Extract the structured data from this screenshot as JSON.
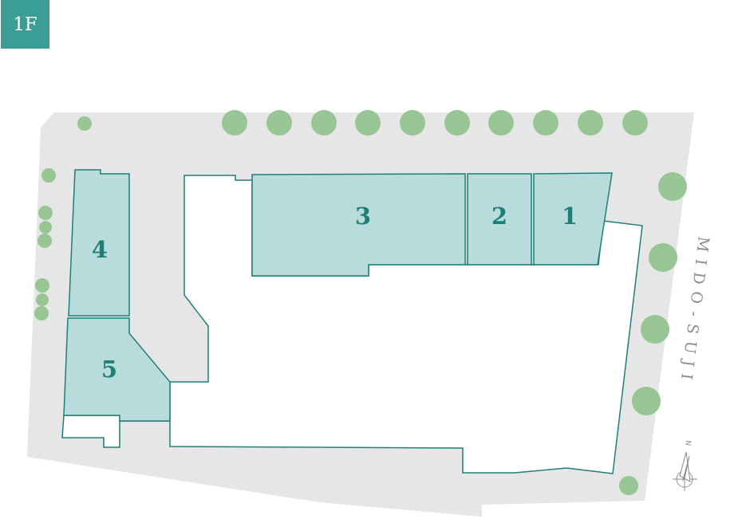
{
  "floor": {
    "label": "1F"
  },
  "units": [
    {
      "id": "1",
      "label": "1"
    },
    {
      "id": "2",
      "label": "2"
    },
    {
      "id": "3",
      "label": "3"
    },
    {
      "id": "4",
      "label": "4"
    },
    {
      "id": "5",
      "label": "5"
    }
  ],
  "street": {
    "name": "MIDO-SUJI"
  },
  "compass": {
    "label": "N",
    "icon": "compass-icon"
  },
  "colors": {
    "badge": "#3a9e97",
    "unit_fill": "#b8dcdb",
    "unit_stroke": "#1f7f78",
    "ground": "#e6e6e6",
    "tree": "#97c593"
  }
}
